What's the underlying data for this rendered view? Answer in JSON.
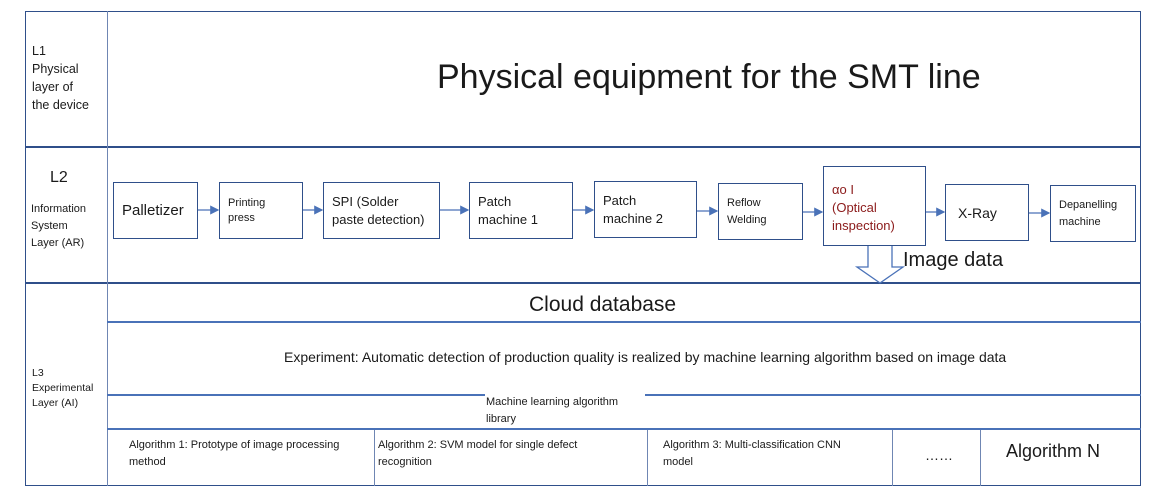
{
  "layers": {
    "l1": {
      "label": "L1\nPhysical\nlayer of\nthe device",
      "title": "Physical equipment for the SMT line"
    },
    "l2": {
      "code": "L2",
      "label": "Information\nSystem\nLayer (AR)"
    },
    "l3": {
      "label": "L3\nExperimental\nLayer (AI)"
    }
  },
  "process_steps": [
    "Palletizer",
    "Printing\npress",
    "SPI (Solder\npaste detection)",
    "Patch\nmachine 1",
    "Patch\nmachine 2",
    "Reflow\nWelding",
    "αo I\n(Optical\ninspection)",
    "X-Ray",
    "Depanelling\nmachine"
  ],
  "image_data_label": "Image data",
  "cloud_database": "Cloud database",
  "experiment_text": "Experiment: Automatic detection of production quality is realized by machine learning algorithm based on image data",
  "ml_library_label": "Machine learning algorithm\nlibrary",
  "algorithms": [
    "Algorithm 1: Prototype of image processing\nmethod",
    "Algorithm 2: SVM model for single defect\nrecognition",
    "Algorithm 3: Multi-classification CNN\nmodel",
    "……",
    "Algorithm N"
  ],
  "colors": {
    "border": "#2f4f8a",
    "accent_line": "#4a72b8",
    "aoi_text": "#8b1a1a"
  }
}
